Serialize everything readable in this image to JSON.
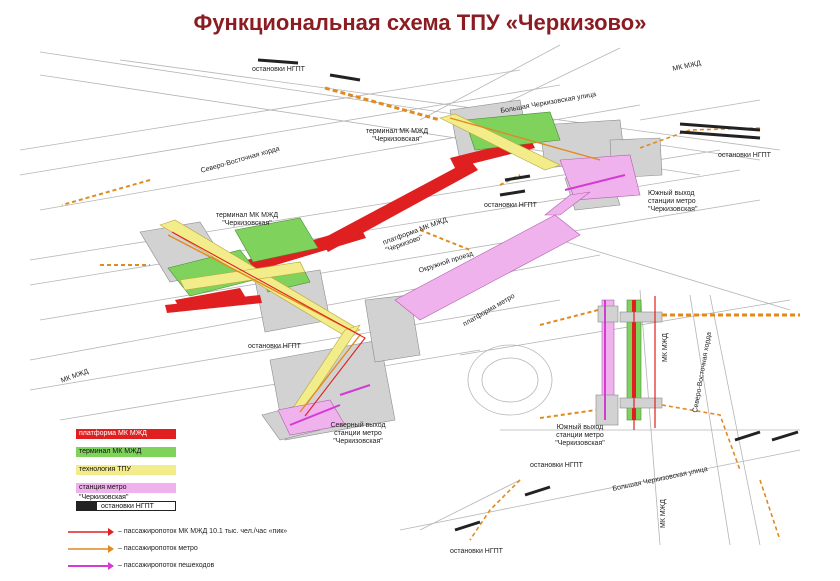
{
  "title": "Функциональная схема ТПУ «Черкизово»",
  "labels": {
    "stop_ngpt_top": "остановки НГПТ",
    "mk_mzd_top_right": "МК МЖД",
    "bolshaya_cherkizovskaya_top": "Большая Черкизовская улица",
    "terminal_north_line1": "терминал МК МЖД",
    "terminal_north_line2": "\"Черкизовская\"",
    "severovostochnaya_horda_top": "Северо-Восточная хорда",
    "stop_ngpt_right_top": "остановки НГПТ",
    "south_exit_line1": "Южный выход",
    "south_exit_line2": "станции метро",
    "south_exit_line3": "\"Черкизовская\"",
    "stop_ngpt_mid": "остановки НГПТ",
    "terminal_west_line1": "терминал МК МЖД",
    "terminal_west_line2": "\"Черкизовская\"",
    "platform_mzd_line1": "платформа МК МЖД",
    "platform_mzd_line2": "\"Черкизово\"",
    "okruzhnoy_proezd": "Окружной проезд",
    "platform_metro": "платформа метро",
    "stop_ngpt_left": "остановки НГПТ",
    "mk_mzd_left": "МК МЖД",
    "north_exit_line1": "Северный выход",
    "north_exit_line2": "станции метро",
    "north_exit_line3": "\"Черкизовская\"",
    "inset_mk_mzd_vertical": "МК МЖД",
    "inset_horda": "Северо-Восточная хорда",
    "inset_south_exit_line1": "Южный выход",
    "inset_south_exit_line2": "станции метро",
    "inset_south_exit_line3": "\"Черкизовская\"",
    "inset_stop_ngpt_1": "остановки НГПТ",
    "inset_bolshaya_cherkizovskaya": "Большая Черкизовская улица",
    "inset_mk_mzd_bottom": "МК МЖД",
    "inset_stop_ngpt_2": "остановки НГПТ"
  },
  "legend": [
    {
      "label": "платформа МК МЖД",
      "color": "#e02020",
      "text_color": "#ffffff"
    },
    {
      "label": "терминал МК МЖД",
      "color": "#7fd35c",
      "text_color": "#111111"
    },
    {
      "label": "технология ТПУ",
      "color": "#f3ec8a",
      "text_color": "#111111"
    },
    {
      "label": "станция метро \"Черкизовская\"",
      "color": "#f0b2ec",
      "text_color": "#111111"
    },
    {
      "label": "остановки НГПТ",
      "color": "#ffffff",
      "text_color": "#111111",
      "swatch": "#222222"
    }
  ],
  "flows": [
    {
      "label": "– пассажиропоток МК МЖД 10.1 тыс. чел./час «пик»",
      "color": "#e02020"
    },
    {
      "label": "– пассажиропоток метро",
      "color": "#e08a20"
    },
    {
      "label": "– пассажиропоток пешеходов",
      "color": "#d43ad4"
    }
  ],
  "colors": {
    "title": "#8a1c22",
    "platform": "#e02020",
    "terminal": "#7fd35c",
    "tpu": "#f3ec8a",
    "metro": "#f0b2ec",
    "ngpt_stop": "#222222",
    "flow_orange": "#e08a20",
    "structure_grey": "#c8c8c8"
  }
}
